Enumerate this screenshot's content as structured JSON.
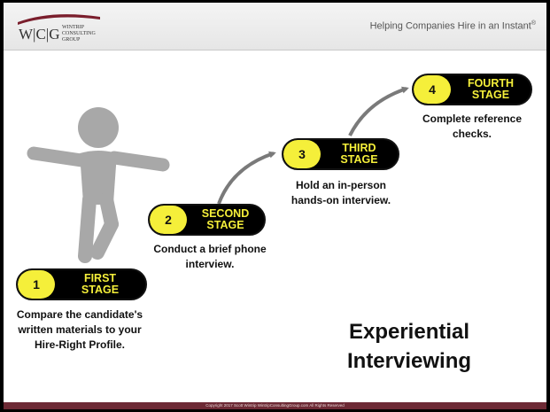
{
  "header": {
    "logo": {
      "mark": "W|C|G",
      "line1": "WINTRIP",
      "line2": "CONSULTING",
      "line3": "GROUP"
    },
    "tagline": "Helping Companies Hire in an Instant",
    "tagline_mark": "®"
  },
  "stages": [
    {
      "number": "1",
      "label_line1": "FIRST",
      "label_line2": "STAGE",
      "desc_line1": "Compare the candidate's",
      "desc_line2": "written materials to your",
      "desc_line3": "Hire-Right Profile."
    },
    {
      "number": "2",
      "label_line1": "SECOND",
      "label_line2": "STAGE",
      "desc_line1": "Conduct a brief phone",
      "desc_line2": "interview."
    },
    {
      "number": "3",
      "label_line1": "THIRD",
      "label_line2": "STAGE",
      "desc_line1": "Hold an in-person",
      "desc_line2": "hands-on interview."
    },
    {
      "number": "4",
      "label_line1": "FOURTH",
      "label_line2": "STAGE",
      "desc_line1": "Complete reference",
      "desc_line2": "checks."
    }
  ],
  "title_line1": "Experiential",
  "title_line2": "Interviewing",
  "footer": {
    "copyright": "Copyright 2017 Scott Wintrip WintripConsultingGroup.com All Rights Reserved"
  },
  "colors": {
    "accent_yellow": "#f5ef3a",
    "pill_black": "#000000",
    "figure_gray": "#a8a8a8",
    "arrow_gray": "#7a7a7a",
    "footer_maroon": "#6d2a35"
  }
}
